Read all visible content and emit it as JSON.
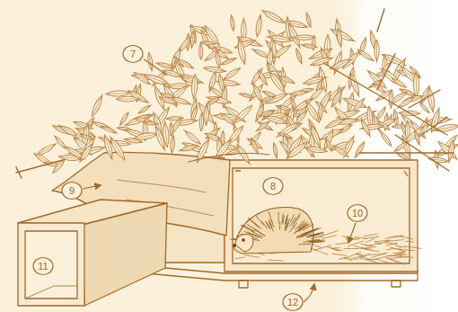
{
  "diagram": {
    "labels": [
      "7",
      "9",
      "8",
      "10",
      "11",
      "12"
    ]
  }
}
